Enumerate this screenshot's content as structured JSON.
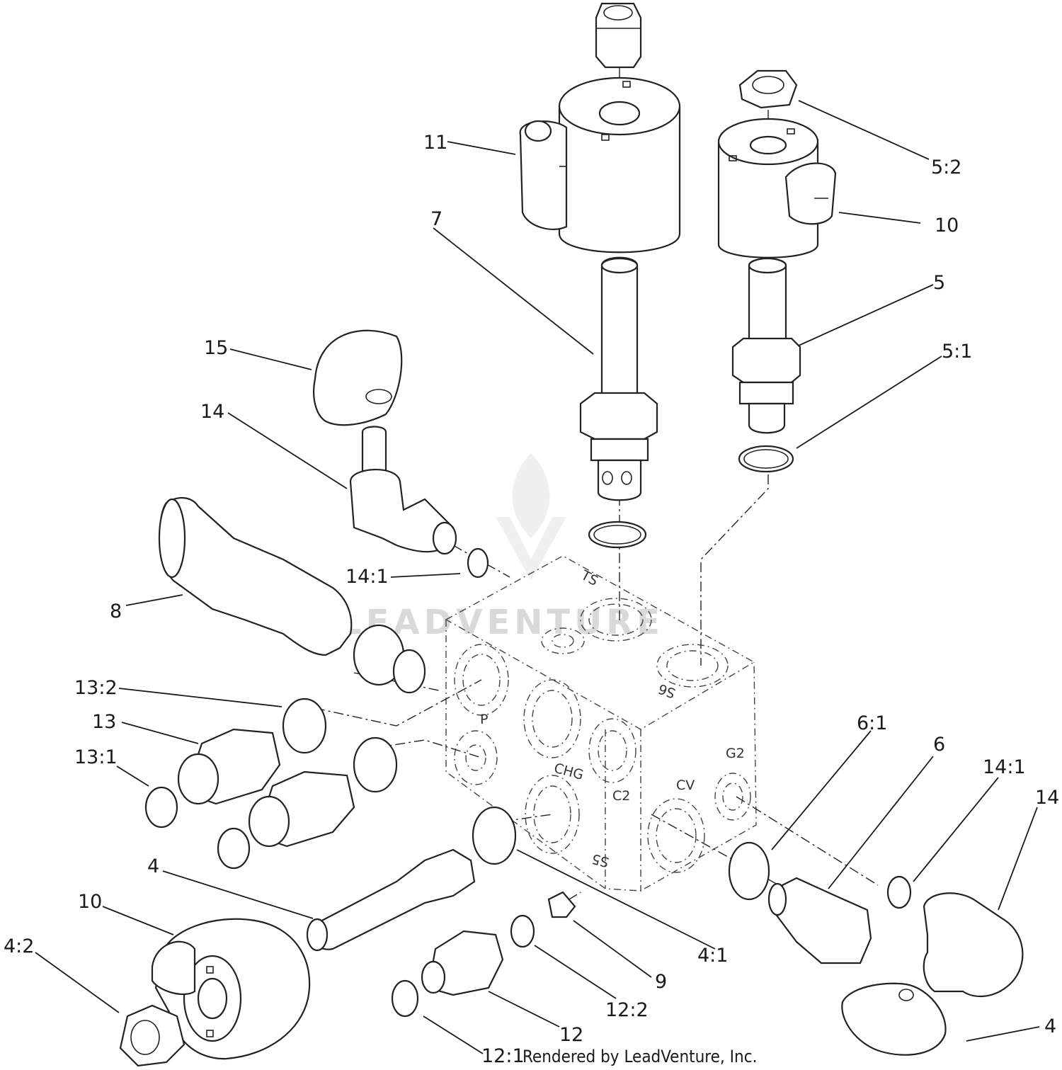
{
  "watermark": "LEADVENTURE",
  "footer": "Rendered by LeadVenture, Inc.",
  "port_labels": [
    "TS",
    "P",
    "CHG",
    "S6",
    "C2",
    "CV",
    "G2",
    "S5"
  ],
  "callouts": [
    "11",
    "7",
    "5:2",
    "10",
    "5",
    "5:1",
    "15",
    "14",
    "14:1",
    "8",
    "13:2",
    "13",
    "13:1",
    "4",
    "10",
    "4:2",
    "6:1",
    "6",
    "14:1",
    "14",
    "4:1",
    "9",
    "12:2",
    "12",
    "12:1",
    "4"
  ]
}
